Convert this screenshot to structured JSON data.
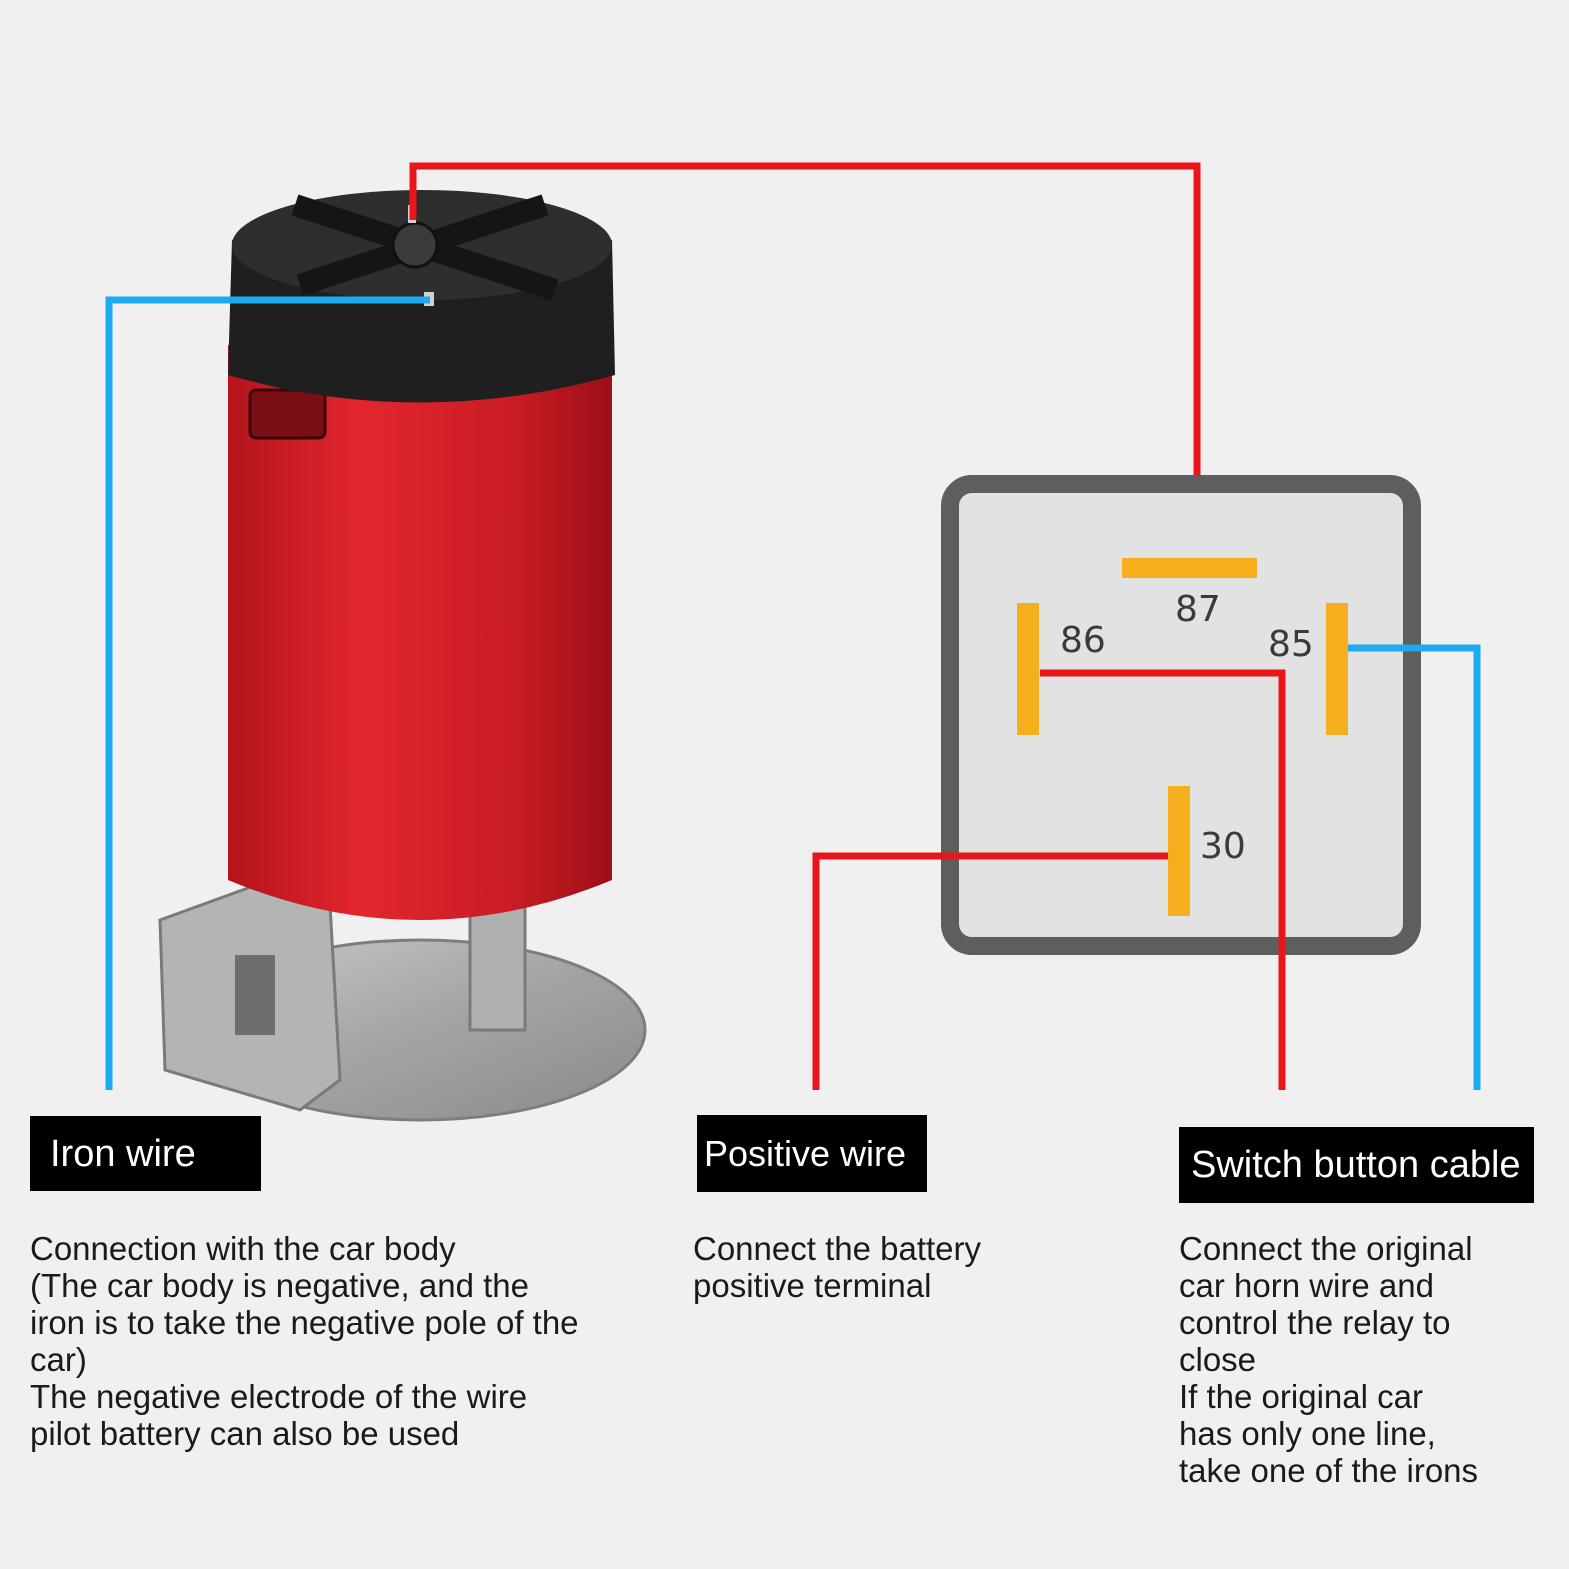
{
  "relay": {
    "pins": [
      "87",
      "86",
      "85",
      "30"
    ]
  },
  "colors": {
    "positive_wire": "#e8161b",
    "ground_wire": "#1eaaf0",
    "relay_pin": "#f5ae1c",
    "relay_frame": "#5e5e5e",
    "relay_fill": "#e2e2e2",
    "compressor_body": "#d8232a",
    "compressor_cap": "#1e1e1e",
    "compressor_base": "#a9a9a9"
  },
  "labels": {
    "iron": {
      "title": "Iron wire",
      "lines": [
        "Connection with the car body",
        "(The car body is negative, and the",
        "iron is to take the negative pole of the",
        "car)",
        "The negative electrode of the wire",
        "pilot battery can also be used"
      ]
    },
    "positive": {
      "title": "Positive wire",
      "lines": [
        "Connect the battery",
        "positive terminal"
      ]
    },
    "switch": {
      "title": "Switch button cable",
      "lines": [
        "Connect the original",
        "car horn wire and",
        "control the relay to",
        "close",
        "If the original car",
        "has only one line,",
        "take one of the irons"
      ]
    }
  }
}
